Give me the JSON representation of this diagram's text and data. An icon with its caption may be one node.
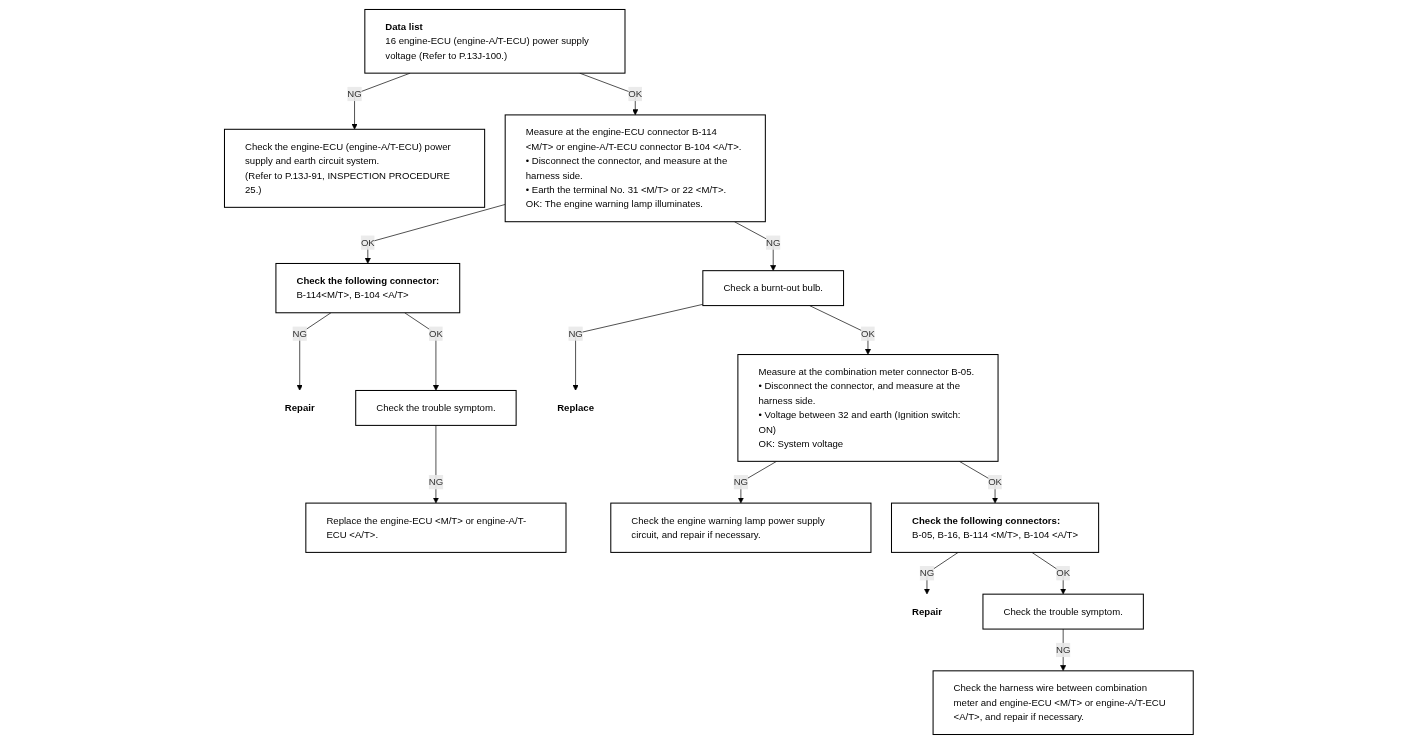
{
  "diagram": {
    "nodes": [
      {
        "text": [
          "Data list",
          "16 engine-ECU (engine-A/T-ECU) power supply voltage (Refer to P.13J-100.)"
        ]
      },
      {
        "text": [
          "Check the engine-ECU (engine-A/T-ECU) power supply and earth circuit system.",
          "(Refer to P.13J-91, INSPECTION PROCEDURE 25.)"
        ]
      },
      {
        "text": [
          "Measure at the engine-ECU connector B-114 <M/T> or engine-A/T-ECU connector B-104 <A/T>.",
          "• Disconnect the connector, and measure at the harness side.",
          "• Earth the terminal No. 31 <M/T> or 22 <M/T>.",
          "OK: The engine warning lamp illuminates."
        ]
      },
      {
        "text": [
          "Check the following connector:",
          "B-114<M/T>, B-104 <A/T>"
        ]
      },
      {
        "text": [
          "Repair"
        ]
      },
      {
        "text": [
          "Check the trouble symptom."
        ]
      },
      {
        "text": [
          "Replace the engine-ECU <M/T> or engine-A/T-ECU <A/T>."
        ]
      },
      {
        "text": [
          "Check a burnt-out bulb."
        ]
      },
      {
        "text": [
          "Replace"
        ]
      },
      {
        "text": [
          "Measure at the combination meter connector B-05.",
          "• Disconnect the connector, and measure at the harness side.",
          "• Voltage between 32 and earth (Ignition switch: ON)",
          "OK: System voltage"
        ]
      },
      {
        "text": [
          "Check the engine warning lamp power supply circuit, and repair if necessary."
        ]
      },
      {
        "text": [
          "Check the following connectors:",
          "B-05, B-16, B-114 <M/T>, B-104 <A/T>"
        ]
      },
      {
        "text": [
          "Repair"
        ]
      },
      {
        "text": [
          "Check the trouble symptom."
        ]
      },
      {
        "text": [
          "Check the harness wire between combination meter and engine-ECU <M/T> or engine-A/T-ECU <A/T>, and repair if necessary."
        ]
      }
    ],
    "edges": [
      {
        "from": 0,
        "to": 1,
        "arrow": "to",
        "label": "NG"
      },
      {
        "from": 0,
        "to": 2,
        "arrow": "to",
        "label": "OK"
      },
      {
        "from": 2,
        "to": 3,
        "arrow": "to",
        "label": "OK"
      },
      {
        "from": 3,
        "to": 4,
        "arrow": "to",
        "label": "NG"
      },
      {
        "from": 3,
        "to": 5,
        "arrow": "to",
        "label": "OK"
      },
      {
        "from": 5,
        "to": 6,
        "arrow": "to",
        "label": "NG"
      },
      {
        "from": 2,
        "to": 7,
        "arrow": "to",
        "label": "NG"
      },
      {
        "from": 7,
        "to": 8,
        "arrow": "to",
        "label": "NG"
      },
      {
        "from": 7,
        "to": 9,
        "arrow": "to",
        "label": "OK"
      },
      {
        "from": 9,
        "to": 10,
        "arrow": "to",
        "label": "NG"
      },
      {
        "from": 9,
        "to": 11,
        "arrow": "to",
        "label": "OK"
      },
      {
        "from": 11,
        "to": 12,
        "arrow": "to",
        "label": "NG"
      },
      {
        "from": 11,
        "to": 13,
        "arrow": "to",
        "label": "OK"
      },
      {
        "from": 13,
        "to": 14,
        "arrow": "to",
        "label": "NG"
      }
    ]
  }
}
